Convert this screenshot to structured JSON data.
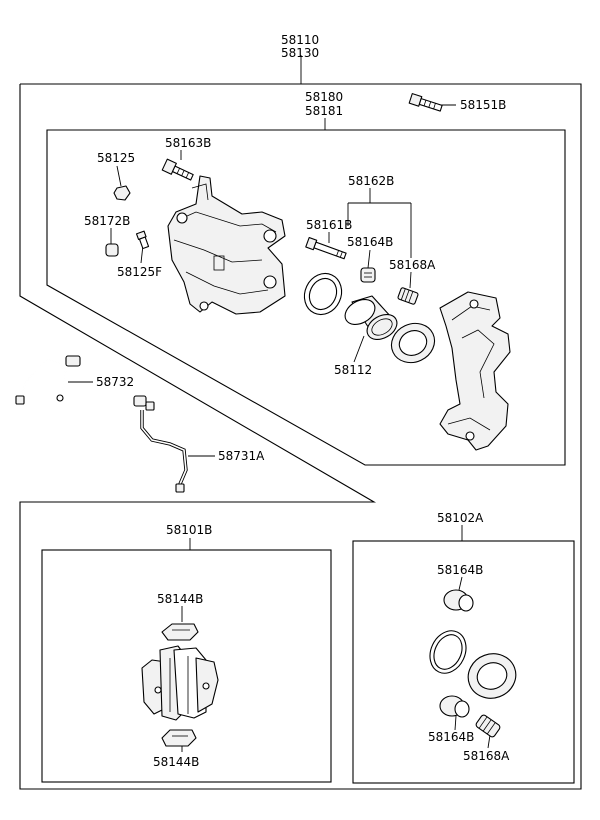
{
  "labels": {
    "caliper_assy": "58110",
    "caliper_assy_alt": "58130",
    "caliper_body": "58180",
    "caliper_body_alt": "58181",
    "guide_bolt": "58151B",
    "bleeder_cap": "58125",
    "guide_rod_bolt": "58163B",
    "seal_kit": "58162B",
    "bleeder_cap_b": "58172B",
    "bleeder_screw": "58125F",
    "guide_pin": "58161B",
    "boot_upper": "58164B",
    "boot_sleeve": "58168A",
    "piston": "58112",
    "brake_hose": "58732",
    "brake_hose_a": "58731A",
    "pad_kit": "58101B",
    "pad_shim_top": "58144B",
    "pad_shim_bottom": "58144B",
    "repair_kit": "58102A",
    "kit_boot_top": "58164B",
    "kit_boot_bottom": "58164B",
    "kit_sleeve": "58168A"
  }
}
